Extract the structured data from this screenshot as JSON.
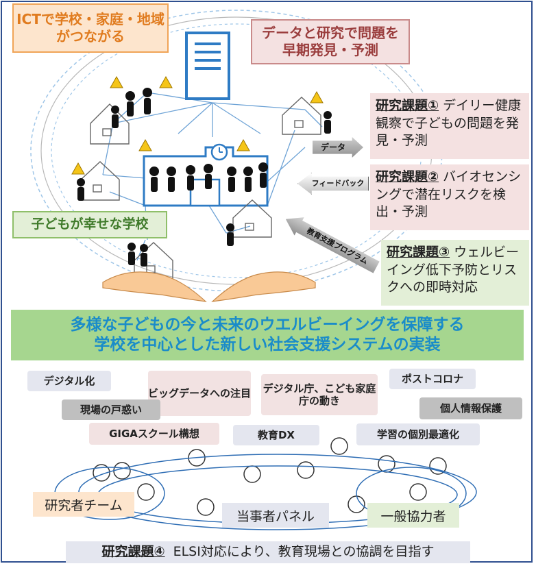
{
  "top_left_box": "ICTで学校・家庭・地域がつながる",
  "top_center_box": "データと研究で問題を早期発見・予測",
  "school_box": "子どもが幸せな学校",
  "arrows": {
    "data": "データ",
    "feedback": "フィードバック",
    "program": "教育支援プログラム"
  },
  "research": [
    {
      "heading": "研究課題①",
      "body": "デイリー健康観察で子どもの問題を発見・予測"
    },
    {
      "heading": "研究課題②",
      "body": "バイオセンシングで潜在リスクを検出・予測"
    },
    {
      "heading": "研究課題③",
      "body": "ウェルビーイング低下予防とリスクへの即時対応"
    }
  ],
  "banner": {
    "line1": "多様な子どもの今と未来のウエルビーイングを保障する",
    "line2": "学校を中心とした新しい社会支援システムの実装"
  },
  "tags": {
    "digital": "デジタル化",
    "bigdata": "ビッグデータへの注目",
    "agency": "デジタル庁、こども家庭庁の動き",
    "postcorona": "ポストコロナ",
    "confusion": "現場の戸惑い",
    "privacy": "個人情報保護",
    "giga": "GIGAスクール構想",
    "dx": "教育DX",
    "individual": "学習の個別最適化"
  },
  "groups": {
    "researchers": "研究者チーム",
    "panel": "当事者パネル",
    "collaborators": "一般協力者"
  },
  "research4": {
    "heading": "研究課題④",
    "body": "ELSI対応により、教育現場との協調を目指す"
  },
  "colors": {
    "orange_fill": "#fde5cd",
    "orange_text": "#e07b1e",
    "orange_border": "#f0a457",
    "pink_fill": "#f4e1e1",
    "pink_text": "#9a3d3d",
    "pink_border": "#c98a8a",
    "green_fill": "#e3efd7",
    "green_text": "#3f7a2a",
    "banner_fill": "#a6d68f",
    "banner_text": "#1a8cc9",
    "grey_tag": "#bfbfbf",
    "lavender_tag": "#e4e6ef",
    "rose_tag": "#f2e2e2",
    "blue": "#2e7bc4",
    "frame": "#2f4f8f"
  }
}
